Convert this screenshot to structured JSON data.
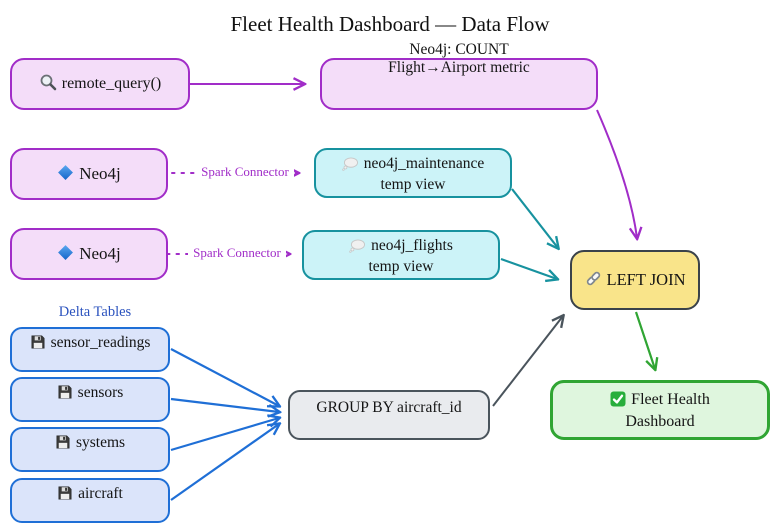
{
  "title": "Fleet Health Dashboard — Data Flow",
  "nodes": {
    "remote_query": {
      "label": "remote_query()"
    },
    "flight_metric": {
      "line1": "Neo4j: COUNT",
      "line2": "Flight→Airport metric"
    },
    "neo4j_top": {
      "label": "Neo4j"
    },
    "neo4j_bottom": {
      "label": "Neo4j"
    },
    "maintenance_view": {
      "line1": "neo4j_maintenance",
      "line2": "temp view"
    },
    "flights_view": {
      "line1": "neo4j_flights",
      "line2": "temp view"
    },
    "group_by": {
      "label": "GROUP BY aircraft_id"
    },
    "left_join": {
      "label": "LEFT JOIN"
    },
    "dashboard": {
      "line1": "Fleet Health",
      "line2": "Dashboard"
    }
  },
  "delta": {
    "section_label": "Delta Tables",
    "tables": [
      "sensor_readings",
      "sensors",
      "systems",
      "aircraft"
    ]
  },
  "edge_labels": {
    "spark_top": "Spark Connector",
    "spark_bottom": "Spark Connector"
  },
  "palette": {
    "purple": "#A12DC8",
    "purple_fill": "#F4DDF9",
    "teal": "#17929F",
    "teal_fill": "#CCF3F8",
    "blue": "#1F6FD6",
    "blue_fill": "#DBE4FA",
    "delta_label_blue": "#2A52BE",
    "yellow_fill": "#F9E48A",
    "charcoal": "#3A424A",
    "gray_fill": "#E9EBEE",
    "green": "#30A533",
    "green_fill": "#DFF6DE"
  }
}
